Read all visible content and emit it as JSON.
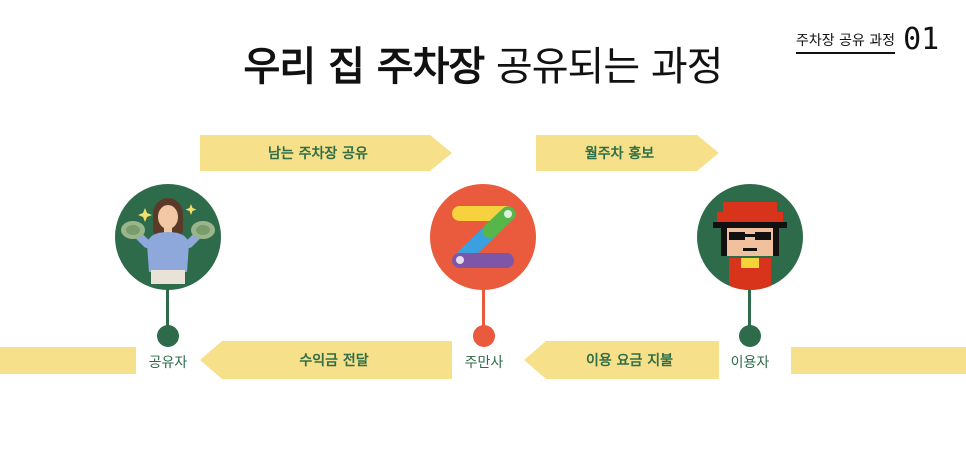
{
  "title": {
    "bold": "우리 집 주차장",
    "light": "공유되는 과정"
  },
  "badge": {
    "text": "주차장 공유 과정",
    "number": "01"
  },
  "arrows": {
    "top_left": "남는 주차장 공유",
    "top_right": "월주차 홍보",
    "bottom_left": "수익금 전달",
    "bottom_right": "이용 요금 지불"
  },
  "nodes": {
    "sharer": "공유자",
    "company": "주만사",
    "user": "이용자"
  },
  "colors": {
    "green": "#2e6b4a",
    "orange": "#ea5a3d",
    "yellow": "#f7e08a",
    "arrow_text": "#2f6e48"
  }
}
